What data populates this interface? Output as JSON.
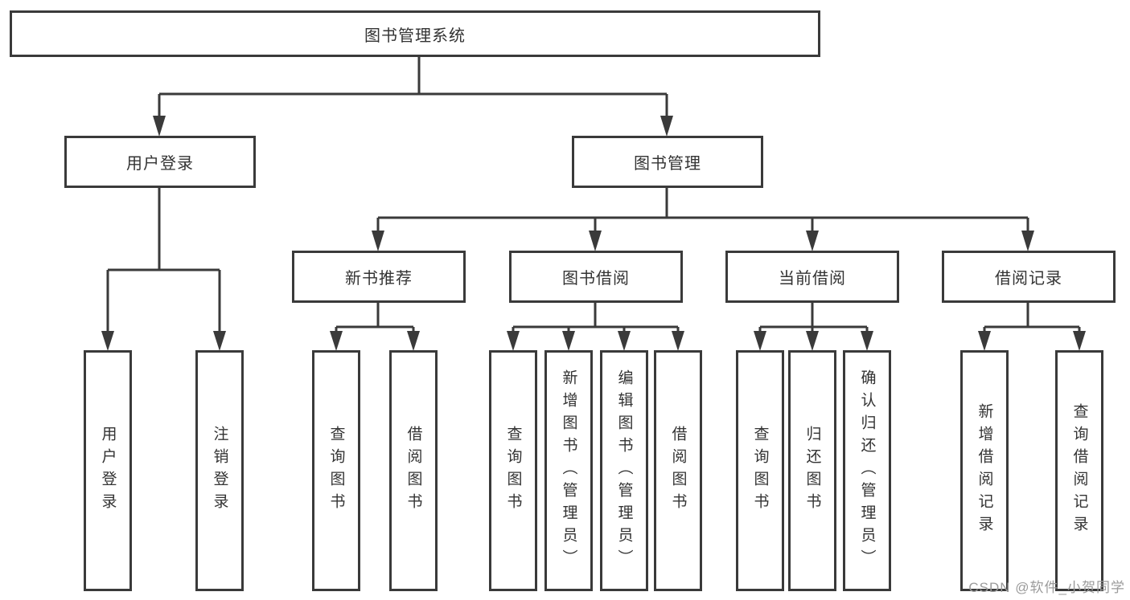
{
  "diagram": {
    "root": {
      "label": "图书管理系统"
    },
    "level2": {
      "user_login": {
        "label": "用户登录"
      },
      "book_management": {
        "label": "图书管理"
      }
    },
    "level3": {
      "new_book_recommend": {
        "label": "新书推荐"
      },
      "book_borrow": {
        "label": "图书借阅"
      },
      "current_borrow": {
        "label": "当前借阅"
      },
      "borrow_record": {
        "label": "借阅记录"
      }
    },
    "leaves": {
      "user_login": [
        "用户登录",
        "注销登录"
      ],
      "new_book_recommend": [
        "查询图书",
        "借阅图书"
      ],
      "book_borrow": [
        "查询图书",
        "新增图书（管理员）",
        "编辑图书（管理员）",
        "借阅图书"
      ],
      "current_borrow": [
        "查询图书",
        "归还图书",
        "确认归还（管理员）"
      ],
      "borrow_record": [
        "新增借阅记录",
        "查询借阅记录"
      ]
    }
  },
  "watermark": "CSDN @软件_小贺同学",
  "colors": {
    "line": "#3a3a3a",
    "text": "#333333",
    "watermark": "#9b9b9b",
    "background": "#ffffff"
  }
}
